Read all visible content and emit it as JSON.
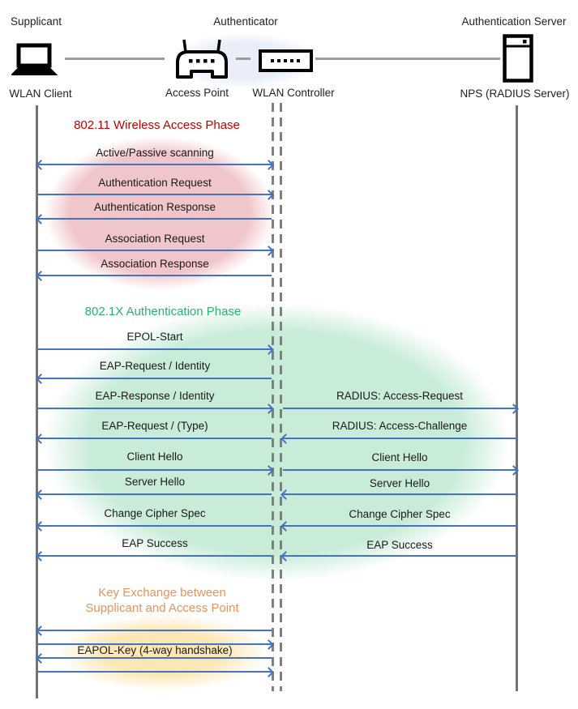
{
  "actors": {
    "supplicant": {
      "role": "Supplicant",
      "device": "WLAN Client"
    },
    "authenticator": {
      "role": "Authenticator",
      "ap": "Access Point",
      "controller": "WLAN Controller"
    },
    "server": {
      "role": "Authentication Server",
      "device": "NPS (RADIUS Server)"
    }
  },
  "phase1": {
    "title": "802.11 Wireless Access Phase",
    "messages": [
      {
        "label": "Active/Passive scanning",
        "direction": "both"
      },
      {
        "label": "Authentication Request",
        "direction": "right"
      },
      {
        "label": "Authentication Response",
        "direction": "left"
      },
      {
        "label": "Association Request",
        "direction": "right"
      },
      {
        "label": "Association Response",
        "direction": "left"
      }
    ]
  },
  "phase2": {
    "title": "802.1X Authentication Phase",
    "left": [
      {
        "label": "EPOL-Start",
        "direction": "right"
      },
      {
        "label": "EAP-Request / Identity",
        "direction": "left"
      },
      {
        "label": "EAP-Response / Identity",
        "direction": "right"
      },
      {
        "label": "EAP-Request / (Type)",
        "direction": "left"
      },
      {
        "label": "Client Hello",
        "direction": "right"
      },
      {
        "label": "Server Hello",
        "direction": "left"
      },
      {
        "label": "Change Cipher Spec",
        "direction": "left"
      },
      {
        "label": "EAP Success",
        "direction": "left"
      }
    ],
    "right": [
      {
        "label": "RADIUS: Access-Request",
        "direction": "right"
      },
      {
        "label": "RADIUS: Access-Challenge",
        "direction": "left"
      },
      {
        "label": "Client Hello",
        "direction": "right"
      },
      {
        "label": "Server Hello",
        "direction": "left"
      },
      {
        "label": "Change Cipher Spec",
        "direction": "left"
      },
      {
        "label": "EAP Success",
        "direction": "left"
      }
    ]
  },
  "phase3": {
    "title_line1": "Key Exchange between",
    "title_line2": "Supplicant and Access Point",
    "key_label": "EAPOL-Key (4-way handshake)",
    "arrows": [
      {
        "direction": "left"
      },
      {
        "direction": "right"
      },
      {
        "direction": "left"
      },
      {
        "direction": "right"
      }
    ]
  },
  "colors": {
    "arrow": "#4472c4",
    "lifeline": "#737373",
    "phase1_title": "#c00000",
    "phase2_title": "#27b36d",
    "phase3_title": "#e8935a",
    "phase1_fill": "#f1c6ca",
    "phase2_fill": "#c9ecd9",
    "phase3_fill": "#fce7b4",
    "authenticator_fill": "#e9eef8"
  }
}
